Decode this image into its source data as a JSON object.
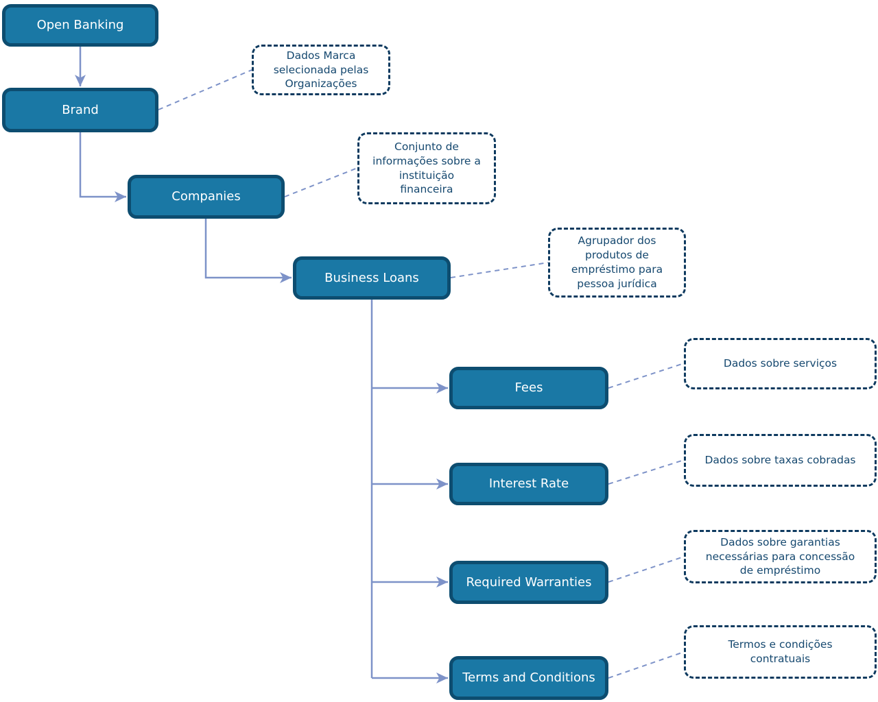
{
  "title": "Open Banking Business Loans hierarchy diagram",
  "colors": {
    "node_fill": "#1A78A5",
    "node_border": "#0D4D70",
    "node_text": "#FFFFFF",
    "note_border": "#0E3A5F",
    "note_text": "#15486F",
    "connector": "#7D92C8",
    "canvas_bg": "#FFFFFF"
  },
  "nodes": [
    {
      "id": "open-banking",
      "label": "Open Banking"
    },
    {
      "id": "brand",
      "label": "Brand",
      "note": "Dados Marca\nselecionada pelas\nOrganizações"
    },
    {
      "id": "companies",
      "label": "Companies",
      "note": "Conjunto de\ninformações sobre a\ninstituição\nfinanceira"
    },
    {
      "id": "business-loans",
      "label": "Business Loans",
      "note": "Agrupador dos\nprodutos de\nempréstimo para\npessoa jurídica"
    },
    {
      "id": "fees",
      "label": "Fees",
      "note": "Dados sobre serviços"
    },
    {
      "id": "interest-rate",
      "label": "Interest Rate",
      "note": "Dados sobre taxas cobradas"
    },
    {
      "id": "required-warranties",
      "label": "Required Warranties",
      "note": "Dados sobre garantias\nnecessárias para concessão\nde empréstimo"
    },
    {
      "id": "terms-and-conditions",
      "label": "Terms and Conditions",
      "note": "Termos e condições\ncontratuais"
    }
  ]
}
